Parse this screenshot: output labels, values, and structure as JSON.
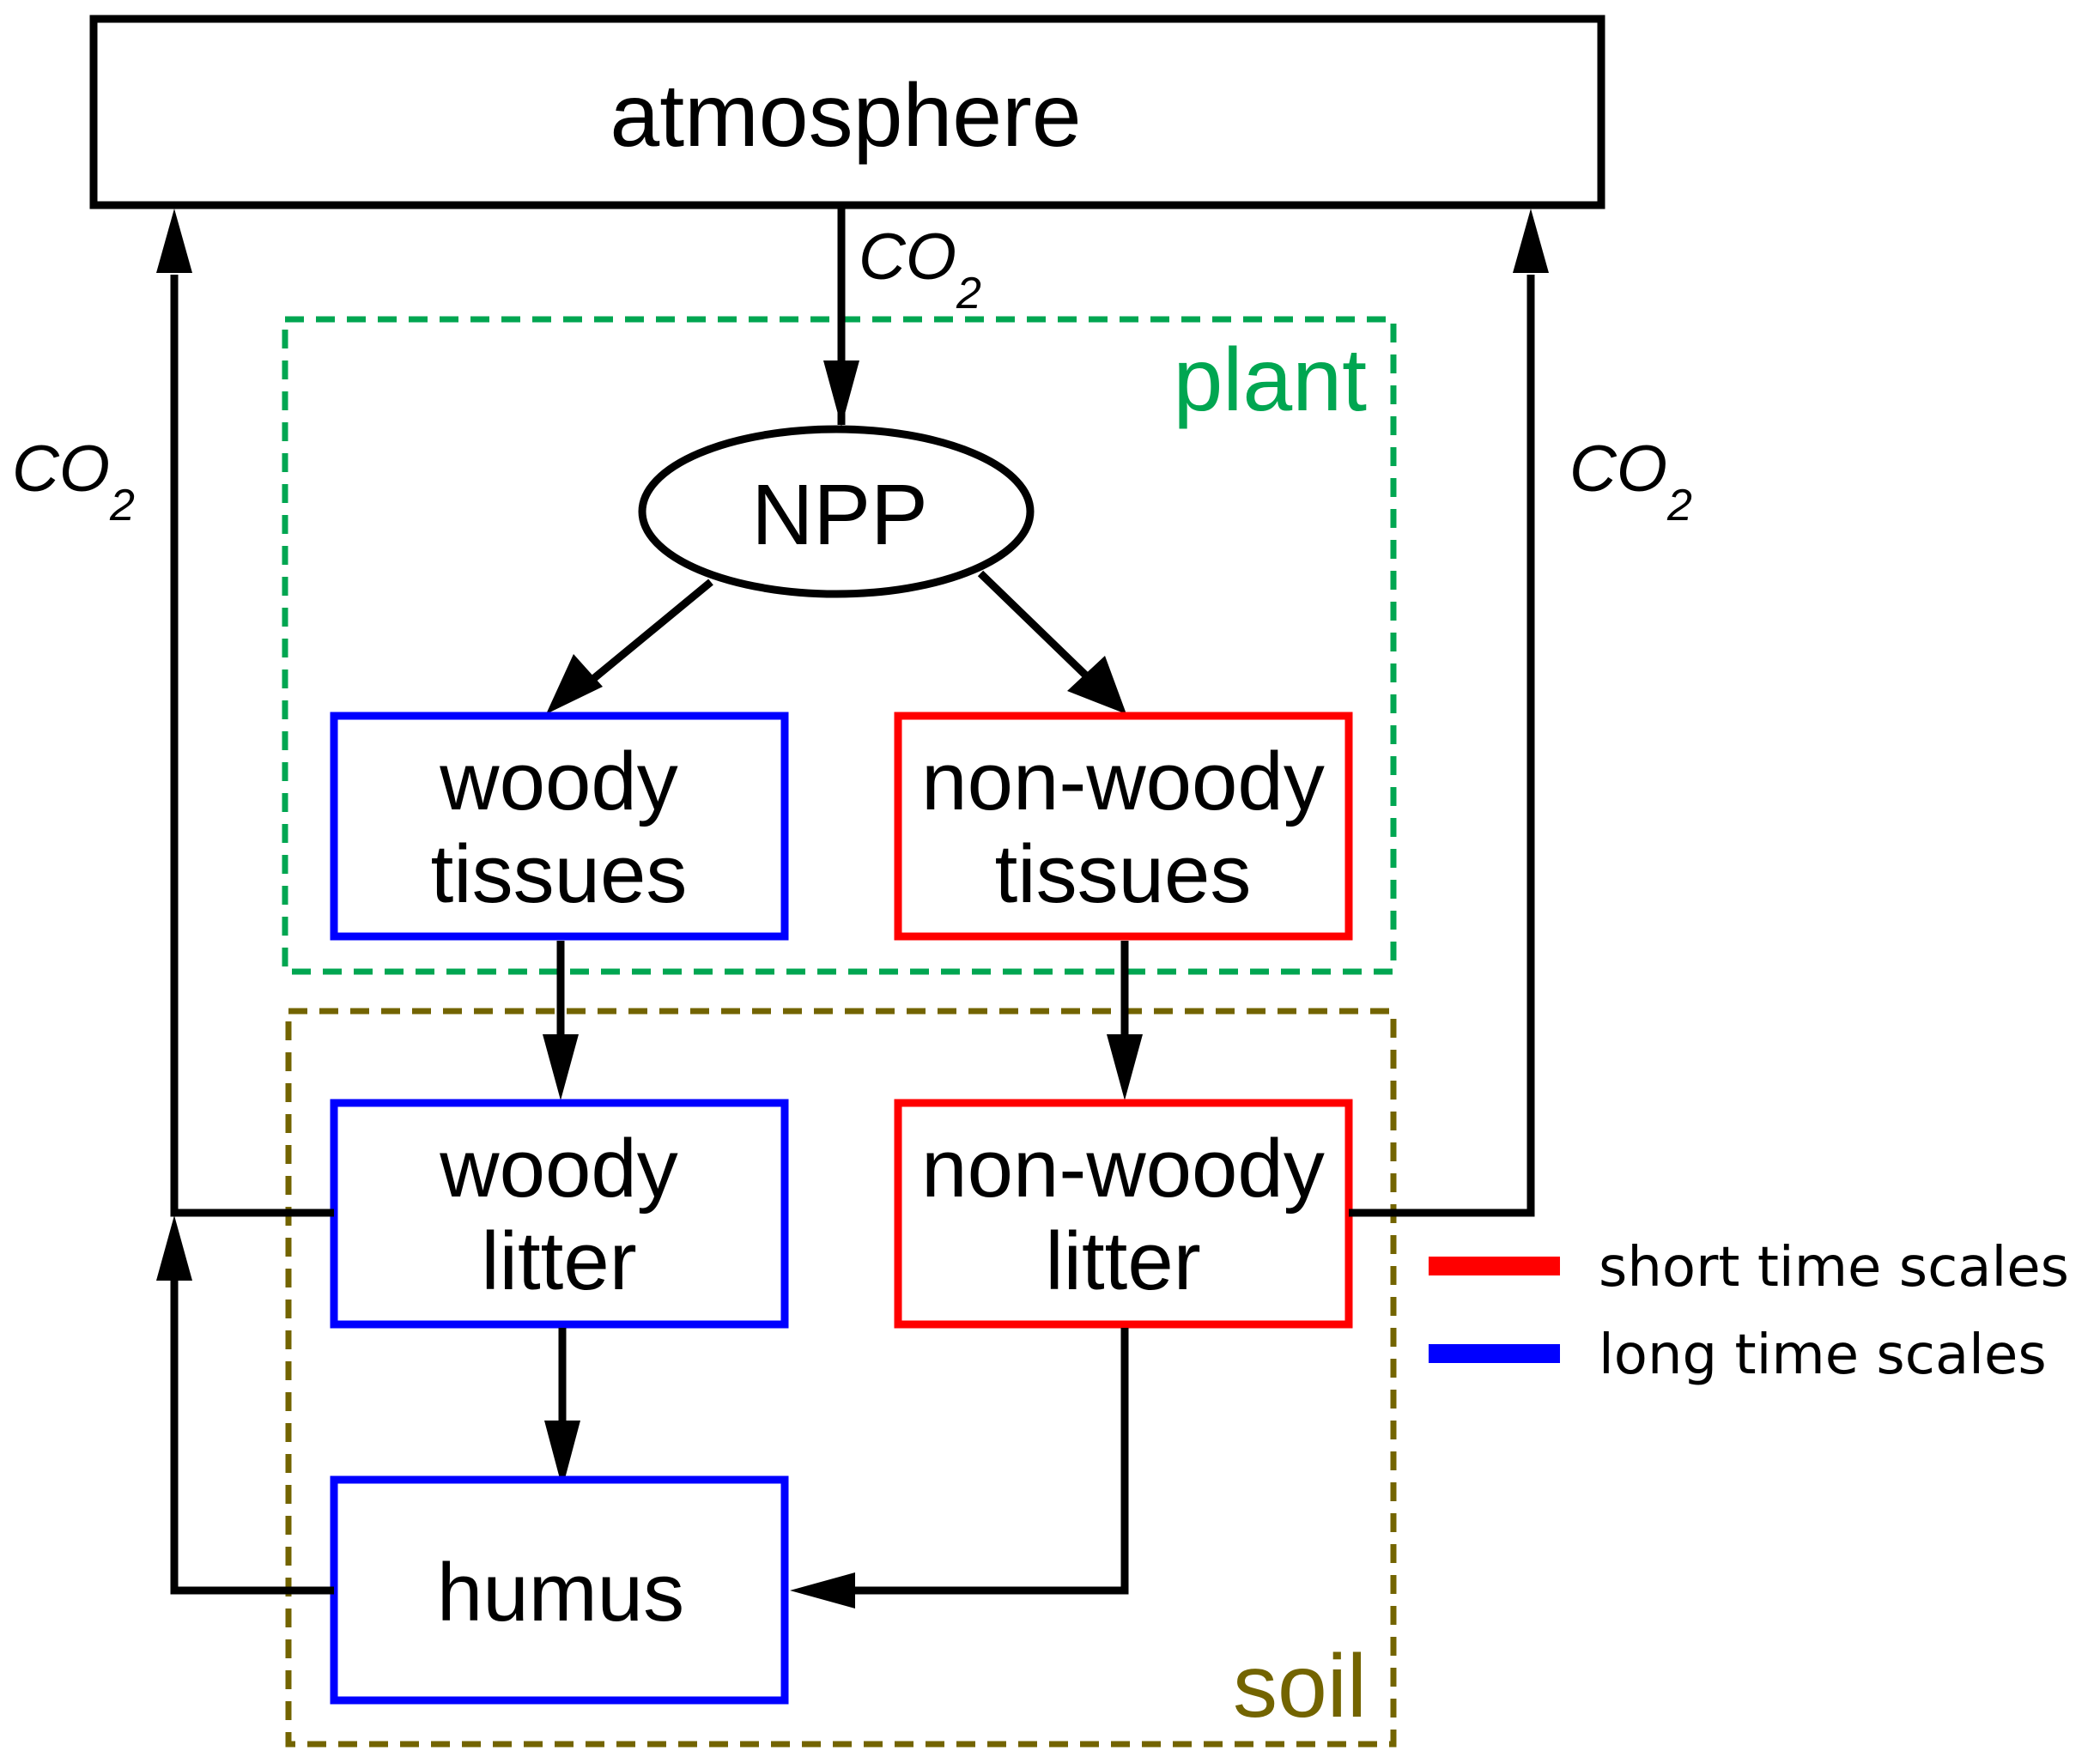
{
  "diagram": {
    "nodes": {
      "atmosphere": "atmosphere",
      "npp": "NPP",
      "woody_tissues": [
        "woody",
        "tissues"
      ],
      "nonwoody_tissues": [
        "non-woody",
        "tissues"
      ],
      "woody_litter": [
        "woody",
        "litter"
      ],
      "nonwoody_litter": [
        "non-woody",
        "litter"
      ],
      "humus": "humus"
    },
    "groups": {
      "plant": "plant",
      "soil": "soil"
    },
    "flow_labels": {
      "co2_main": "CO",
      "co2_sub": "2"
    },
    "legend": [
      {
        "label": "short time scales",
        "color": "#ff0000"
      },
      {
        "label": "long time scales",
        "color": "#0000ff"
      }
    ],
    "colors": {
      "short": "#ff0000",
      "long": "#0000ff",
      "plant": "#00a651",
      "soil": "#736400",
      "line": "#000000"
    },
    "edges": [
      {
        "from": "atmosphere",
        "to": "NPP",
        "label": "CO2"
      },
      {
        "from": "NPP",
        "to": "woody tissues"
      },
      {
        "from": "NPP",
        "to": "non-woody tissues"
      },
      {
        "from": "woody tissues",
        "to": "woody litter"
      },
      {
        "from": "non-woody tissues",
        "to": "non-woody litter"
      },
      {
        "from": "woody litter",
        "to": "humus"
      },
      {
        "from": "non-woody litter",
        "to": "humus"
      },
      {
        "from": "woody litter",
        "to": "atmosphere",
        "label": "CO2"
      },
      {
        "from": "humus",
        "to": "atmosphere",
        "label": "CO2"
      },
      {
        "from": "non-woody litter",
        "to": "atmosphere",
        "label": "CO2"
      }
    ]
  }
}
